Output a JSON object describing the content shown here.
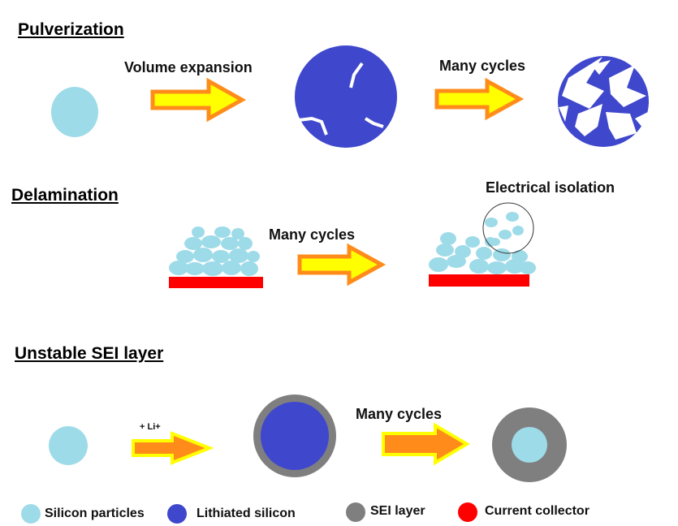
{
  "sections": {
    "pulverization": {
      "title": "Pulverization",
      "step1_label": "Volume expansion",
      "step2_label": "Many cycles"
    },
    "delamination": {
      "title": "Delamination",
      "step_label": "Many cycles",
      "callout_label": "Electrical isolation"
    },
    "sei": {
      "title": "Unstable SEI layer",
      "step1_label": "+ Li+",
      "step2_label": "Many cycles"
    }
  },
  "legend": [
    {
      "label": "Silicon particles",
      "color": "#9edbe8"
    },
    {
      "label": "Lithiated silicon",
      "color": "#3f48cc"
    },
    {
      "label": "SEI layer",
      "color": "#7f7f7f"
    },
    {
      "label": "Current collector",
      "color": "#ff0000"
    }
  ],
  "colors": {
    "silicon": "#9edbe8",
    "lithiated": "#3f48cc",
    "sei": "#7f7f7f",
    "collector": "#ff0000",
    "arrow_fill_yellow": "#ffff00",
    "arrow_border_orange": "#ff8c1a",
    "arrow_fill_orange": "#ff8c1a",
    "arrow_border_yellow": "#ffff00"
  }
}
